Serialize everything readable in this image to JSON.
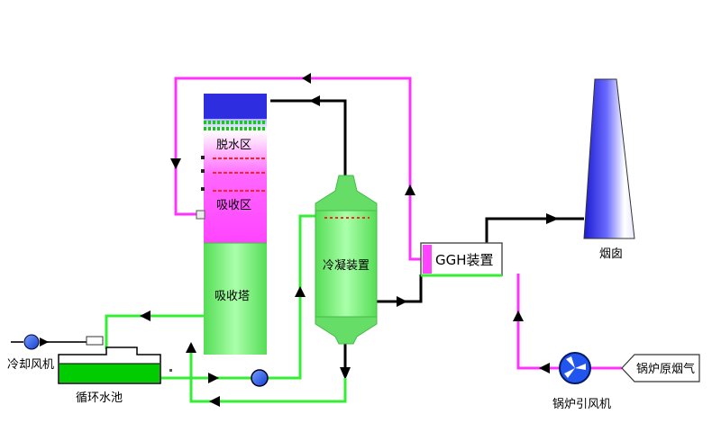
{
  "labels": {
    "dewater_zone": "脱水区",
    "absorb_zone": "吸收区",
    "absorb_tower": "吸收塔",
    "condenser": "冷凝装置",
    "ggh": "GGH装置",
    "chimney": "烟囱",
    "cooling_fan": "冷却风机",
    "circulation_pool": "循环水池",
    "boiler_induced_fan": "锅炉引风机",
    "boiler_flue_gas": "锅炉原烟气"
  },
  "colors": {
    "magenta_line": "#ff33ff",
    "green_line": "#33ee33",
    "black_line": "#000000",
    "tower_blue": "#2a2ad8",
    "tower_green": "#77ee77",
    "tower_pink": "#ff66ff",
    "pool_green": "#00cc00",
    "pump_blue": "#2255ee"
  }
}
